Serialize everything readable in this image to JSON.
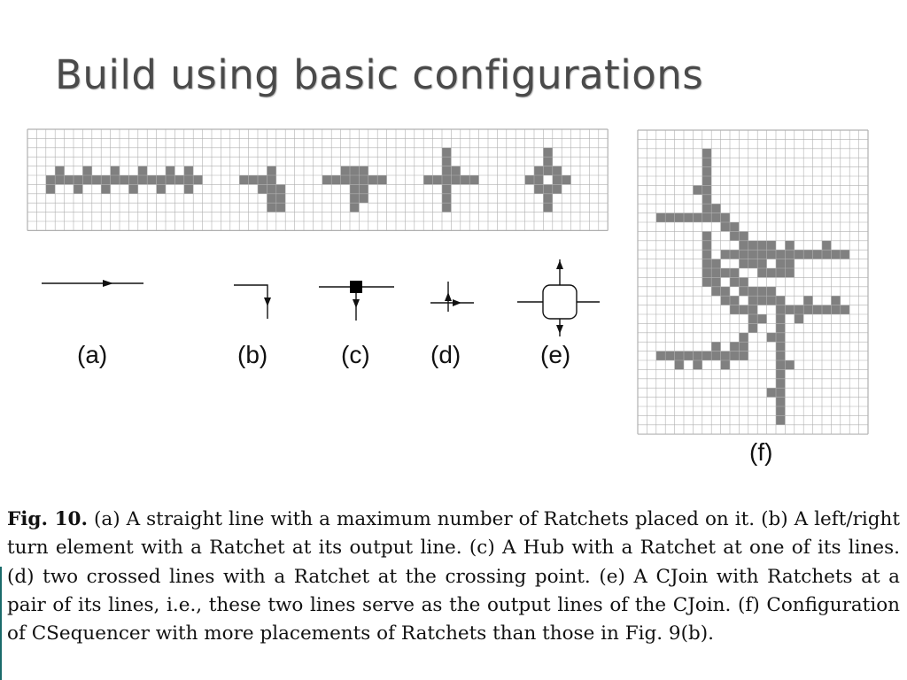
{
  "slide": {
    "title": "Build using basic configurations"
  },
  "figure": {
    "labels": {
      "a": "(a)",
      "b": "(b)",
      "c": "(c)",
      "d": "(d)",
      "e": "(e)",
      "f": "(f)"
    },
    "colors": {
      "cell_filled": "#808080",
      "grid_line": "#b0b0b0",
      "line": "#111111"
    }
  },
  "caption": {
    "fig_label": "Fig. 10.",
    "text": " (a) A straight line with a maximum number of Ratchets placed on it. (b) A left/right turn element with a Ratchet at its output line. (c) A Hub with a Ratchet at one of its lines. (d) two crossed lines with a Ratchet at the crossing point. (e) A CJoin with Ratchets at a pair of its lines, i.e., these two lines serve as the output lines of the CJoin. (f) Configuration of CSequencer with more placements of Ratchets than those in Fig. 9(b)."
  }
}
